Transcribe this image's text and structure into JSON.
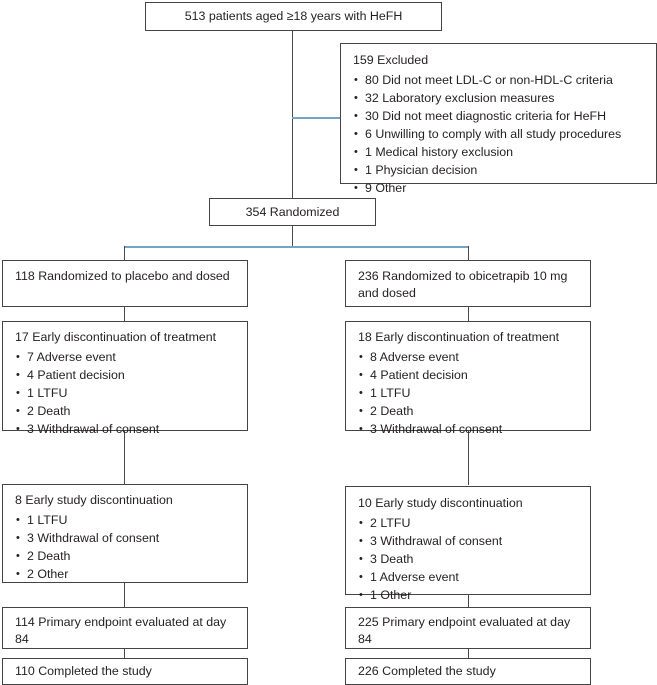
{
  "figure": {
    "type": "consort-flow-diagram",
    "accent_line_color": "#74a4c4",
    "connector_color": "#4a4a4a",
    "box_border_color": "#444444",
    "text_color": "#231f20"
  },
  "nodes": {
    "enrolled": {
      "label": "513 patients aged ≥18 years with HeFH"
    },
    "excluded": {
      "label": "159 Excluded",
      "items": [
        "80 Did not meet LDL-C or non-HDL-C criteria",
        "32 Laboratory exclusion measures",
        "30 Did not meet diagnostic criteria for HeFH",
        "6 Unwilling to comply with all study procedures",
        "1 Medical history exclusion",
        "1 Physician decision",
        "9 Other"
      ]
    },
    "randomized": {
      "label": "354 Randomized"
    },
    "placebo_arm": {
      "label": "118 Randomized to placebo and dosed"
    },
    "obicetrapib_arm": {
      "label": "236 Randomized to obicetrapib 10 mg and dosed"
    },
    "placebo_treatment_disc": {
      "label": "17 Early discontinuation of treatment",
      "items": [
        "7 Adverse event",
        "4 Patient decision",
        "1 LTFU",
        "2 Death",
        "3 Withdrawal of consent"
      ]
    },
    "obicetrapib_treatment_disc": {
      "label": "18 Early discontinuation of treatment",
      "items": [
        "8 Adverse event",
        "4 Patient decision",
        "1 LTFU",
        "2 Death",
        "3 Withdrawal of consent"
      ]
    },
    "placebo_study_disc": {
      "label": "8 Early study discontinuation",
      "items": [
        "1 LTFU",
        "3 Withdrawal of consent",
        "2 Death",
        "2 Other"
      ]
    },
    "obicetrapib_study_disc": {
      "label": "10 Early study discontinuation",
      "items": [
        "2 LTFU",
        "3 Withdrawal of consent",
        "3 Death",
        "1 Adverse event",
        "1 Other"
      ]
    },
    "placebo_endpoint": {
      "label": "114 Primary endpoint evaluated at day 84"
    },
    "obicetrapib_endpoint": {
      "label": "225 Primary endpoint evaluated at day 84"
    },
    "placebo_completed": {
      "label": "110 Completed the study"
    },
    "obicetrapib_completed": {
      "label": "226 Completed the study"
    }
  }
}
